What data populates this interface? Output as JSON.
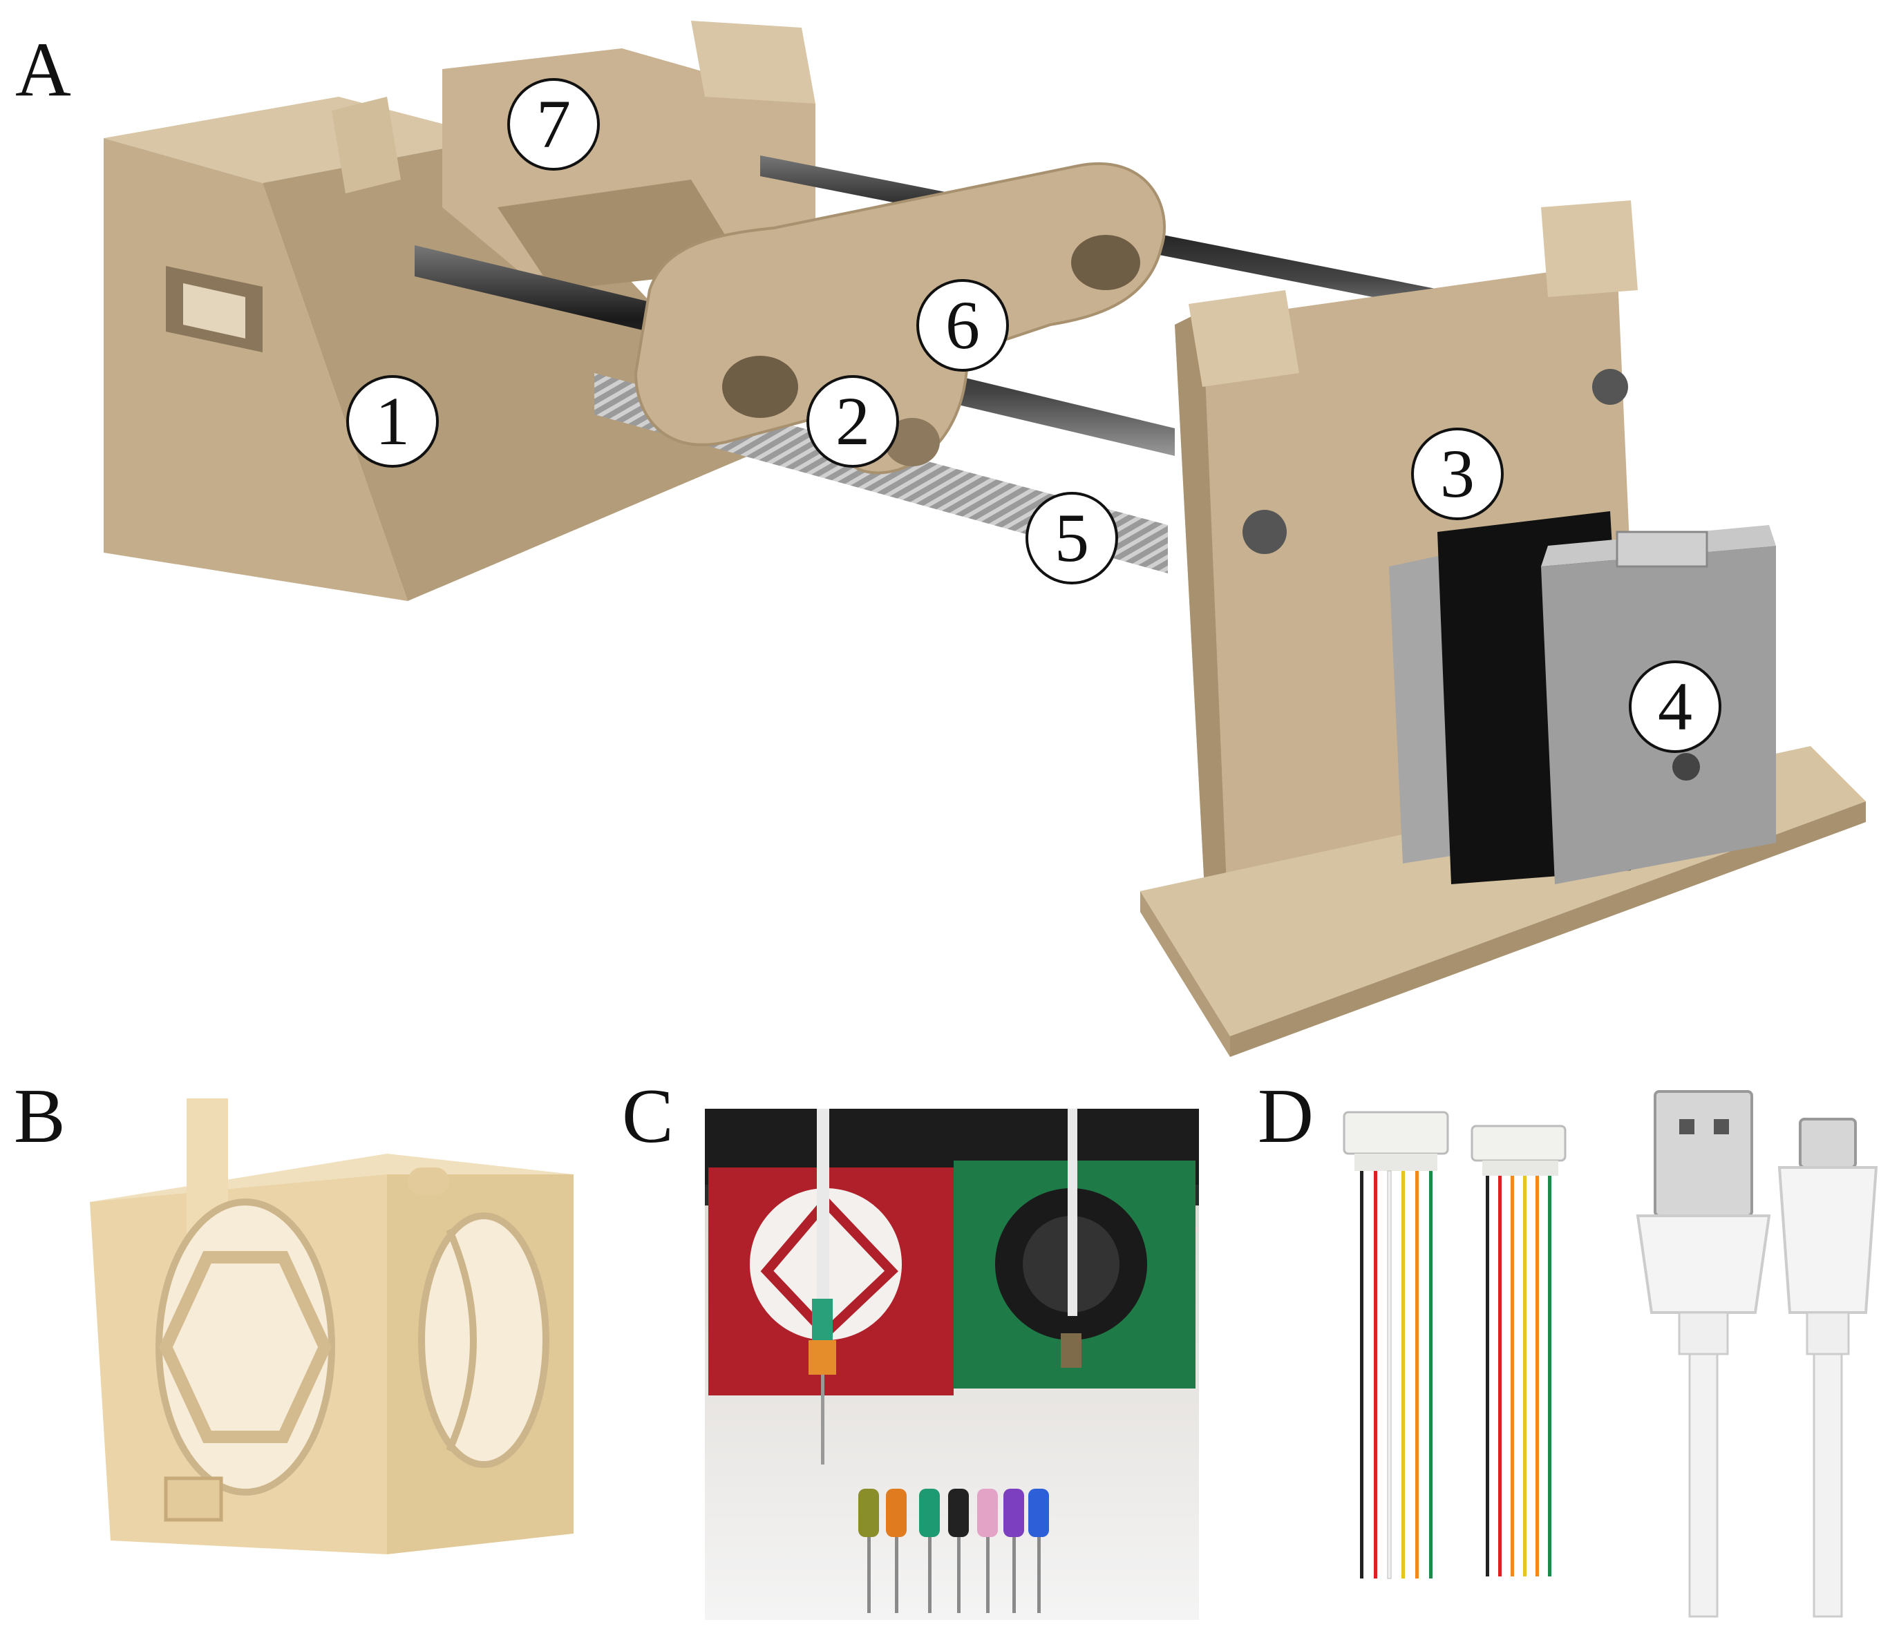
{
  "figure": {
    "panels": {
      "a": {
        "letter": "A"
      },
      "b": {
        "letter": "B"
      },
      "c": {
        "letter": "C"
      },
      "d": {
        "letter": "D"
      }
    },
    "callouts": [
      "1",
      "2",
      "3",
      "4",
      "5",
      "6",
      "7"
    ],
    "colors": {
      "printed_part": "#c7b190",
      "printed_part_dark": "#a8916f",
      "printed_part_light": "#d8c6a6",
      "rod": "#3a3a3a",
      "motor_gray": "#a6a6a6",
      "motor_black": "#111111",
      "holder_red": "#b0202a",
      "holder_green": "#1e7a47",
      "panel_b_part": "#ecd8ae"
    }
  }
}
